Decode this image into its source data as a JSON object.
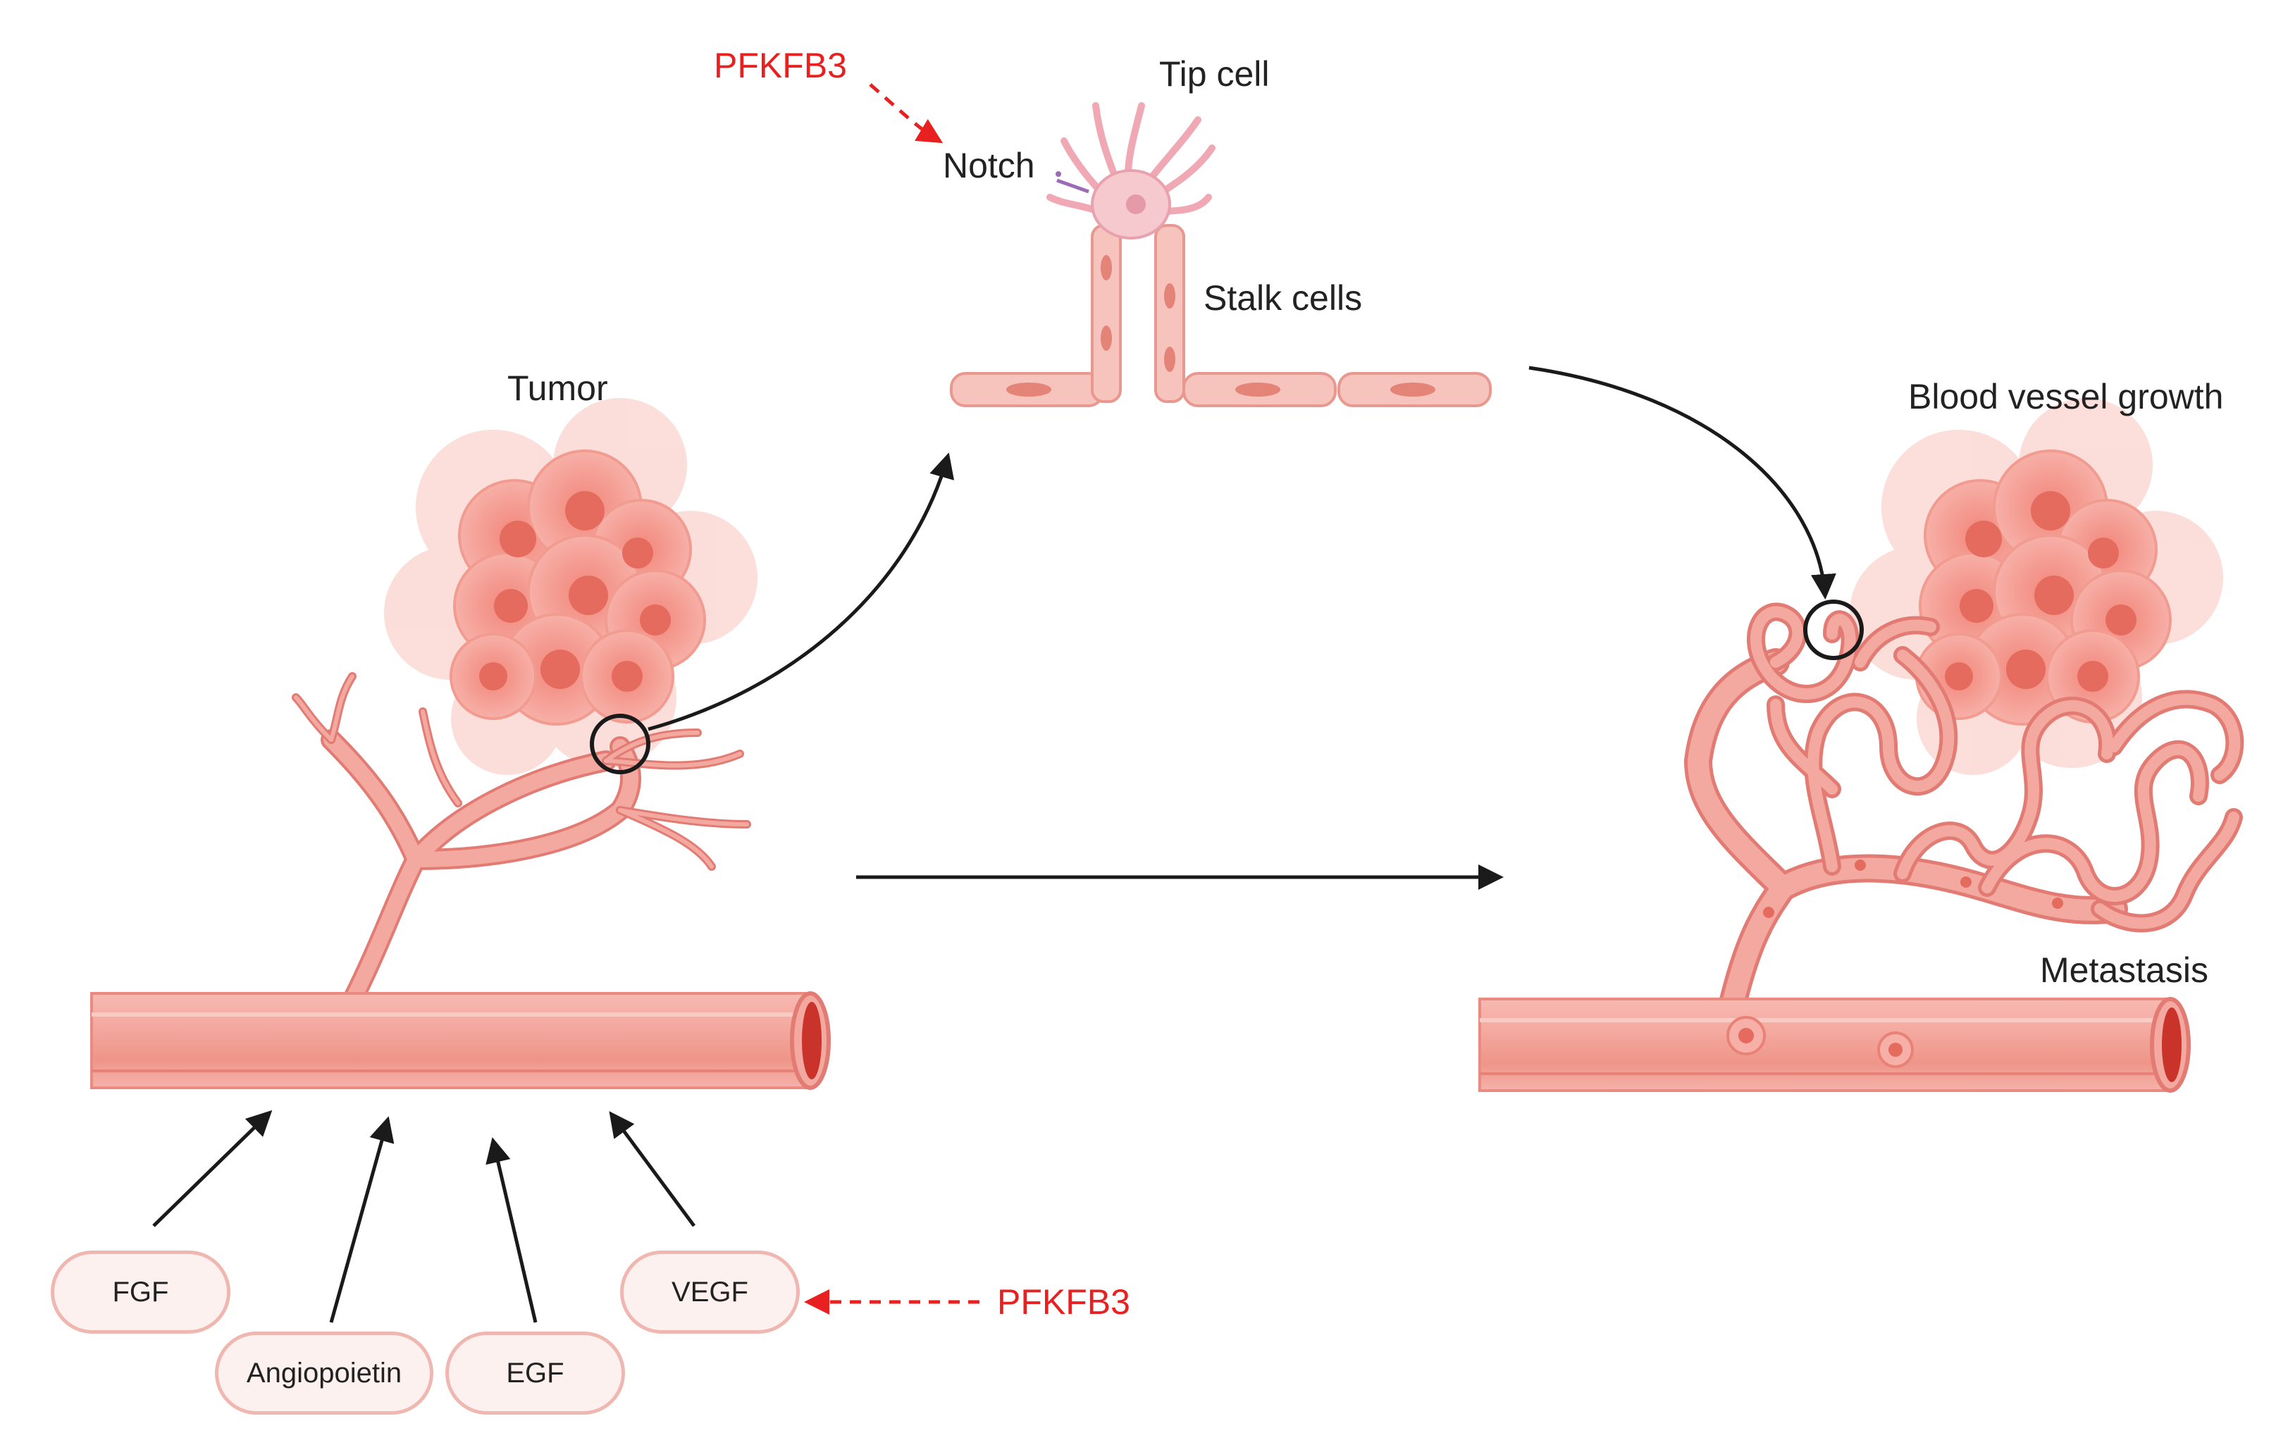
{
  "labels": {
    "tumor": "Tumor",
    "tip_cell": "Tip cell",
    "notch": "Notch",
    "stalk_cells": "Stalk cells",
    "pfkfb3_top": "PFKFB3",
    "blood_vessel_growth": "Blood vessel growth",
    "metastasis": "Metastasis",
    "pfkfb3_bottom": "PFKFB3"
  },
  "factors": [
    "FGF",
    "Angiopoietin",
    "EGF",
    "VEGF"
  ],
  "colors": {
    "vessel_fill": "#f4a9a0",
    "vessel_stroke": "#e27b73",
    "cell_light": "#f8c9c2",
    "cell_core": "#e46b5e",
    "tip_cell": "#f6c9cf",
    "notch": "#9b6bb8",
    "inhibitor_red": "#e8201f",
    "arrow": "#1a1a1a"
  }
}
